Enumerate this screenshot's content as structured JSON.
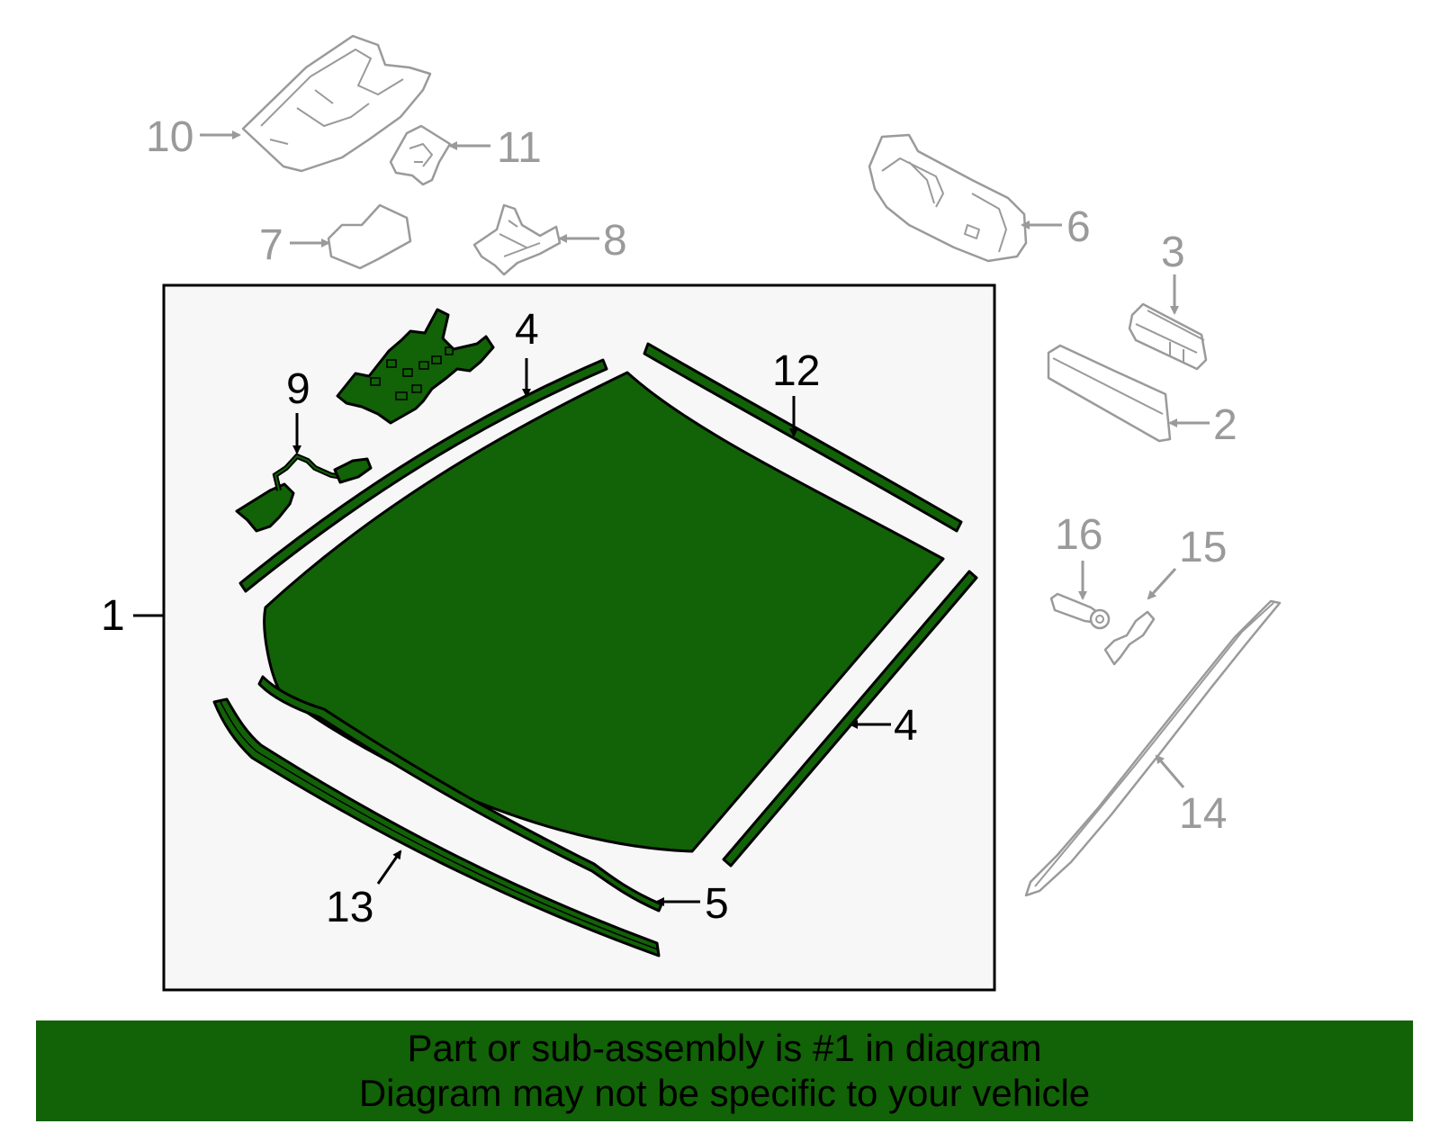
{
  "diagram": {
    "callouts": {
      "c1": "1",
      "c2": "2",
      "c3": "3",
      "c4a": "4",
      "c4b": "4",
      "c5": "5",
      "c6": "6",
      "c7": "7",
      "c8": "8",
      "c9": "9",
      "c10": "10",
      "c11": "11",
      "c12": "12",
      "c13": "13",
      "c14": "14",
      "c15": "15",
      "c16": "16"
    },
    "highlight_color": "#126207",
    "inactive_color": "#9a9a9a"
  },
  "banner": {
    "line1": "Part or sub-assembly is #1 in diagram",
    "line2": "Diagram may not be specific to your vehicle"
  }
}
